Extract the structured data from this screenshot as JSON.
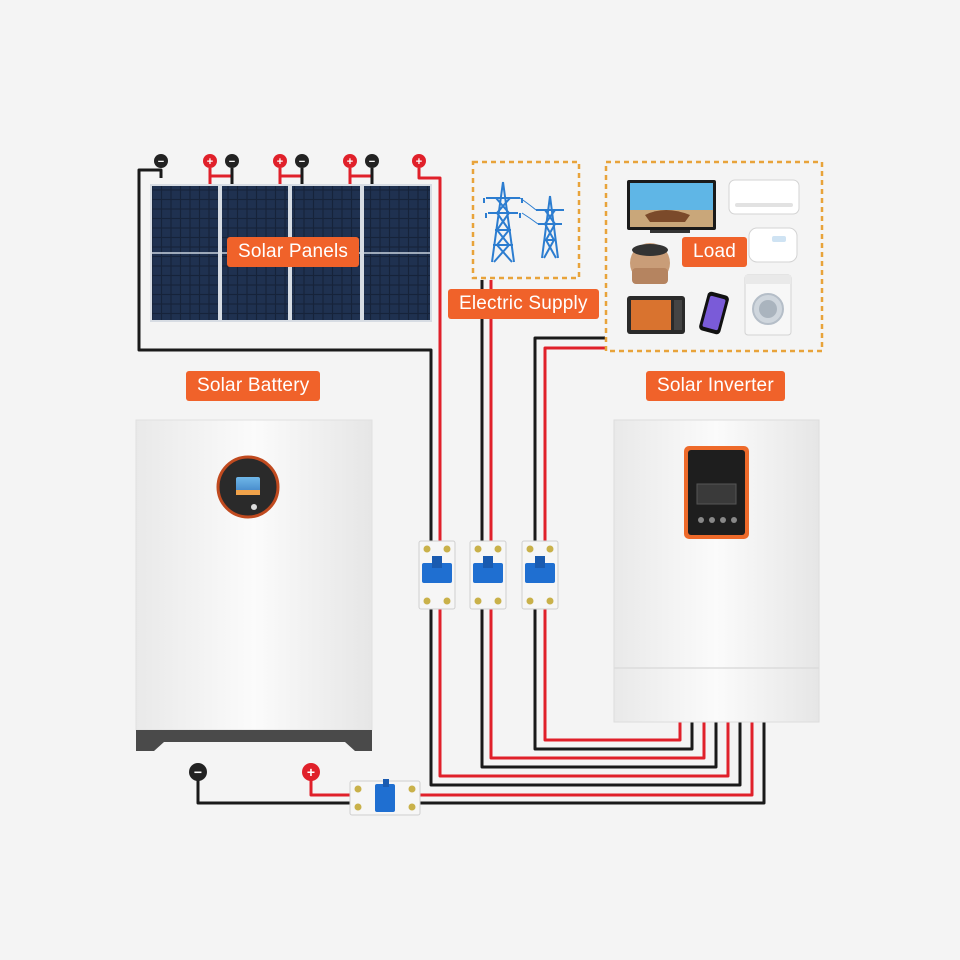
{
  "labels": {
    "solar_panels": "Solar Panels",
    "electric_supply": "Electric Supply",
    "load": "Load",
    "solar_battery": "Solar Battery",
    "solar_inverter": "Solar Inverter"
  },
  "terminal_symbols": {
    "positive": "+",
    "negative": "−"
  },
  "icons": [
    "solar-panel-icon",
    "power-tower-icon",
    "television-icon",
    "air-conditioner-icon",
    "rice-cooker-icon",
    "water-heater-icon",
    "microwave-oven-icon",
    "smartphone-icon",
    "washing-machine-icon",
    "circuit-breaker-icon"
  ],
  "colors": {
    "accent": "#f0622a",
    "wire_positive": "#e0202a",
    "wire_negative": "#1a1a1a",
    "dashed_frame": "#e8a33a",
    "breaker_blue": "#1f6fd1",
    "background": "#f4f4f4"
  }
}
